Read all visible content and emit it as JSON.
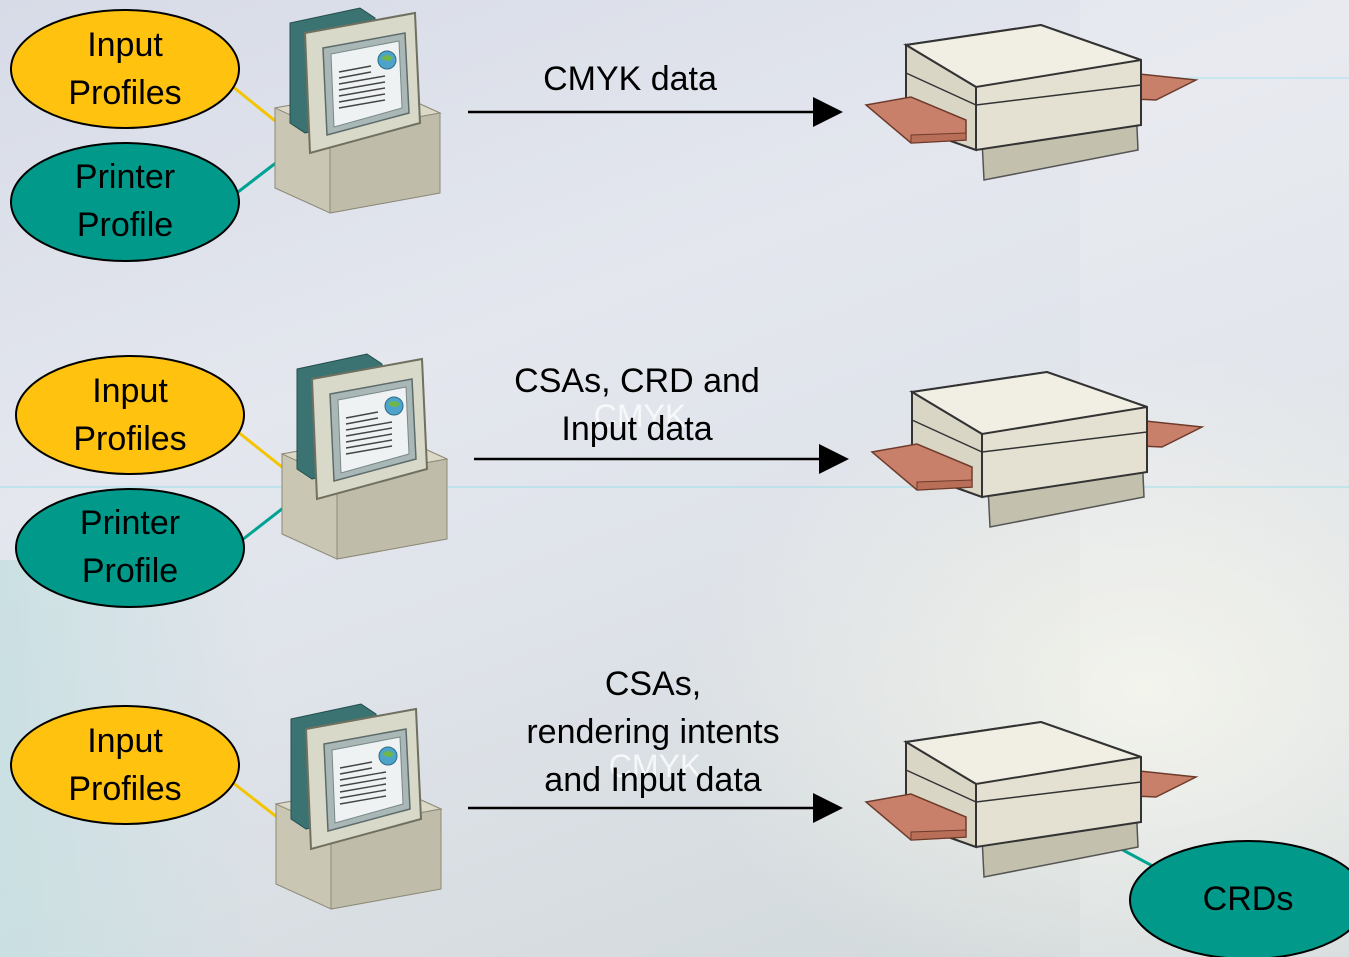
{
  "colors": {
    "input_profile_fill": "#FFC20E",
    "printer_profile_fill": "#00998A",
    "connector_input": "#F5C400",
    "connector_printer": "#00A391",
    "tray": "#C8806A"
  },
  "rows": [
    {
      "input_profiles": [
        "Input",
        "Profiles"
      ],
      "printer_profile": [
        "Printer",
        "Profile"
      ],
      "flow_label": [
        "CMYK data"
      ],
      "ghost_label": ""
    },
    {
      "input_profiles": [
        "Input",
        "Profiles"
      ],
      "printer_profile": [
        "Printer",
        "Profile"
      ],
      "flow_label": [
        "CSAs, CRD and",
        "Input data"
      ],
      "ghost_label": "CMYK"
    },
    {
      "input_profiles": [
        "Input",
        "Profiles"
      ],
      "printer_profile": null,
      "flow_label": [
        "CSAs,",
        "rendering intents",
        "and Input data"
      ],
      "ghost_label": "CMYK",
      "printer_side": [
        "CRDs"
      ]
    }
  ]
}
